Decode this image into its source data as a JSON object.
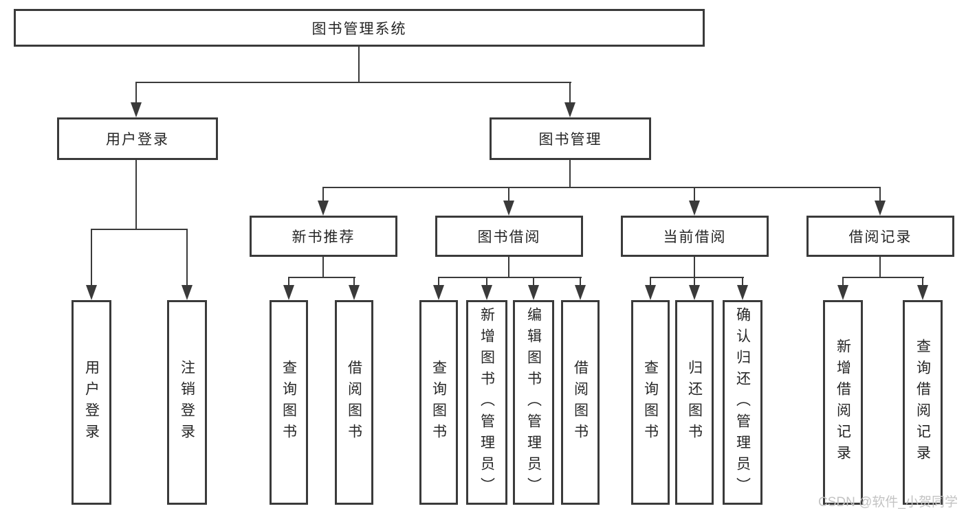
{
  "tree": {
    "root": {
      "label": "图书管理系统"
    },
    "children": [
      {
        "label": "用户登录",
        "children": [
          {
            "label": "用户登录"
          },
          {
            "label": "注销登录"
          }
        ]
      },
      {
        "label": "图书管理",
        "children": [
          {
            "label": "新书推荐",
            "children": [
              {
                "label": "查询图书"
              },
              {
                "label": "借阅图书"
              }
            ]
          },
          {
            "label": "图书借阅",
            "children": [
              {
                "label": "查询图书"
              },
              {
                "label": "新增图书（管理员）"
              },
              {
                "label": "编辑图书（管理员）"
              },
              {
                "label": "借阅图书"
              }
            ]
          },
          {
            "label": "当前借阅",
            "children": [
              {
                "label": "查询图书"
              },
              {
                "label": "归还图书"
              },
              {
                "label": "确认归还（管理员）"
              }
            ]
          },
          {
            "label": "借阅记录",
            "children": [
              {
                "label": "新增借阅记录"
              },
              {
                "label": "查询借阅记录"
              }
            ]
          }
        ]
      }
    ]
  },
  "watermark": {
    "text": "CSDN @软件_小贺同学"
  },
  "colors": {
    "line": "#3a3a3a",
    "text": "#262626",
    "watermark": "#c3c3c3",
    "background": "#ffffff"
  }
}
